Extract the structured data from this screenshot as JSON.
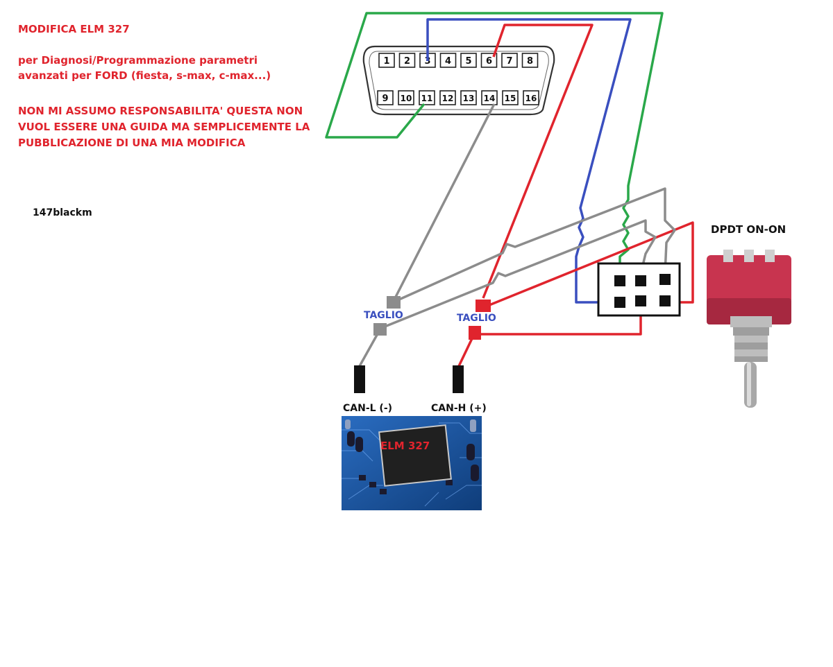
{
  "header": {
    "title": "MODIFICA ELM 327",
    "subtitle_line1": "per Diagnosi/Programmazione parametri",
    "subtitle_line2": "avanzati per FORD (fiesta, s-max, c-max...)"
  },
  "disclaimer": {
    "line1": "NON MI ASSUMO RESPONSABILITA' QUESTA NON",
    "line2": "VUOL ESSERE UNA GUIDA MA SEMPLICEMENTE LA",
    "line3": "PUBBLICAZIONE DI UNA MIA MODIFICA"
  },
  "author": "147blackm",
  "obd_connector": {
    "pins_top": [
      "1",
      "2",
      "3",
      "4",
      "5",
      "6",
      "7",
      "8"
    ],
    "pins_bottom": [
      "9",
      "10",
      "11",
      "12",
      "13",
      "14",
      "15",
      "16"
    ]
  },
  "switch": {
    "label": "DPDT ON-ON"
  },
  "cut_labels": {
    "left": "TAGLIO",
    "right": "TAGLIO"
  },
  "can_lines": {
    "low": "CAN-L (-)",
    "high": "CAN-H (+)"
  },
  "chip": {
    "label": "ELM 327"
  },
  "colors": {
    "green_wire": "#2aa84a",
    "blue_wire": "#3a4fbf",
    "red_wire": "#e0242d",
    "gray_wire": "#8c8c8c",
    "text_red": "#e0242d",
    "switch_body": "#c8344f",
    "board_blue": "#1e5aa8"
  }
}
